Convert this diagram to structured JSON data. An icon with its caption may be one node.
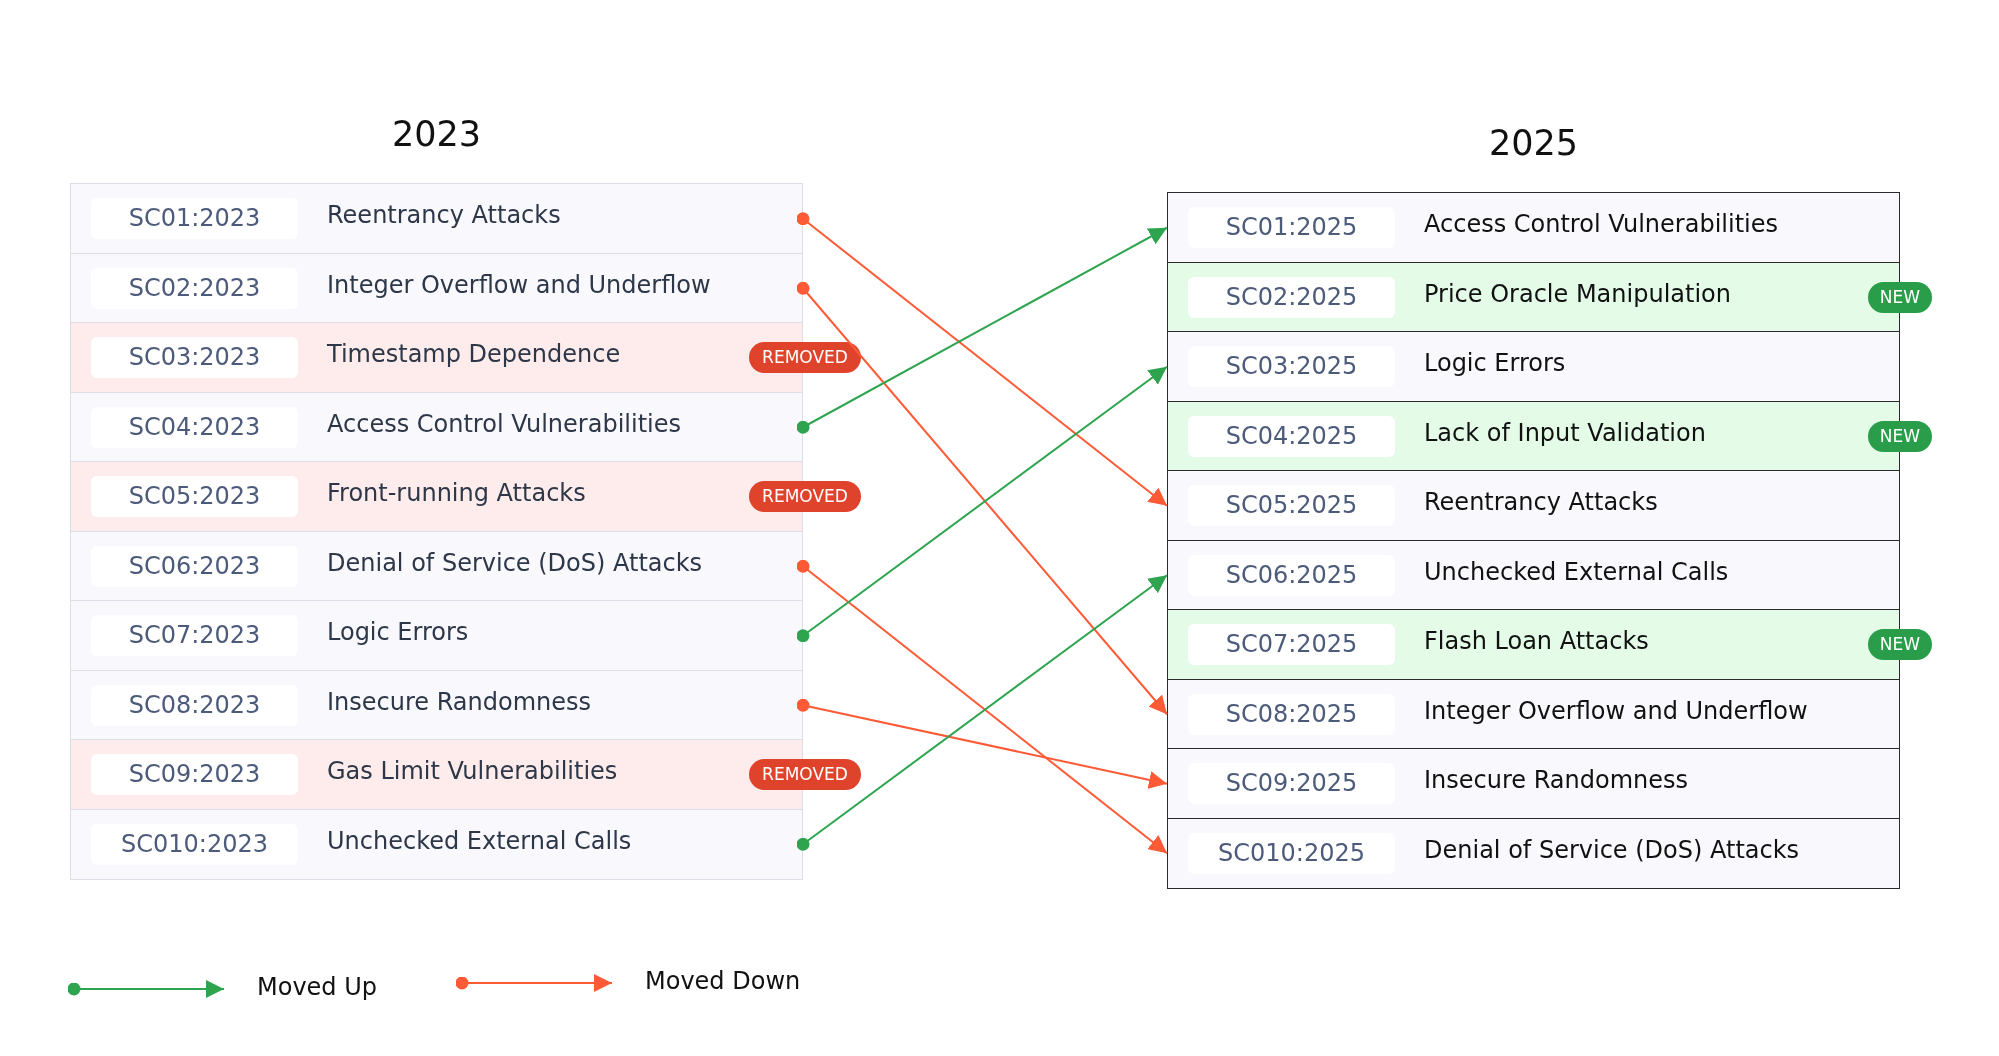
{
  "diagram": {
    "nodes": [
      {
        "text": [
          "2023"
        ]
      },
      {
        "text": [
          "SC01:2023",
          "Reentrancy Attacks"
        ],
        "in": 0
      },
      {
        "text": [
          "SC02:2023",
          "Integer Overflow and Underflow"
        ],
        "in": 0
      },
      {
        "text": [
          "SC03:2023",
          "Timestamp Dependence"
        ],
        "in": 0,
        "beside": [
          "REMOVED"
        ]
      },
      {
        "text": [
          "SC04:2023",
          "Access Control Vulnerabilities"
        ],
        "in": 0
      },
      {
        "text": [
          "SC05:2023",
          "Front-running Attacks"
        ],
        "in": 0,
        "beside": [
          "REMOVED"
        ]
      },
      {
        "text": [
          "SC06:2023",
          "Denial of Service (DoS) Attacks"
        ],
        "in": 0
      },
      {
        "text": [
          "SC07:2023",
          "Logic Errors"
        ],
        "in": 0
      },
      {
        "text": [
          "SC08:2023",
          "Insecure Randomness"
        ],
        "in": 0
      },
      {
        "text": [
          "SC09:2023",
          "Gas Limit Vulnerabilities"
        ],
        "in": 0,
        "beside": [
          "REMOVED"
        ]
      },
      {
        "text": [
          "SC010:2023",
          "Unchecked External Calls"
        ],
        "in": 0
      },
      {
        "text": [
          "2025"
        ]
      },
      {
        "text": [
          "SC01:2025",
          "Access Control Vulnerabilities"
        ],
        "in": 11
      },
      {
        "text": [
          "SC02:2025",
          "Price Oracle Manipulation"
        ],
        "in": 11,
        "beside": [
          "NEW"
        ]
      },
      {
        "text": [
          "SC03:2025",
          "Logic Errors"
        ],
        "in": 11
      },
      {
        "text": [
          "SC04:2025",
          "Lack of Input Validation"
        ],
        "in": 11,
        "beside": [
          "NEW"
        ]
      },
      {
        "text": [
          "SC05:2025",
          "Reentrancy Attacks"
        ],
        "in": 11
      },
      {
        "text": [
          "SC06:2025",
          "Unchecked External Calls"
        ],
        "in": 11
      },
      {
        "text": [
          "SC07:2025",
          "Flash Loan Attacks"
        ],
        "in": 11,
        "beside": [
          "NEW"
        ]
      },
      {
        "text": [
          "SC08:2025",
          "Integer Overflow and Underflow"
        ],
        "in": 11
      },
      {
        "text": [
          "SC09:2025",
          "Insecure Randomness"
        ],
        "in": 11
      },
      {
        "text": [
          "SC010:2025",
          "Denial of Service (DoS) Attacks"
        ],
        "in": 11
      }
    ],
    "edges": [
      {
        "from": 1,
        "to": 16,
        "arrow": "to"
      },
      {
        "from": 2,
        "to": 19,
        "arrow": "to"
      },
      {
        "from": 4,
        "to": 12,
        "arrow": "to",
        "color": "#2ea44f"
      },
      {
        "from": 6,
        "to": 21,
        "arrow": "to"
      },
      {
        "from": 7,
        "to": 14,
        "arrow": "to",
        "color": "#2ea44f"
      },
      {
        "from": 8,
        "to": 20,
        "arrow": "to"
      },
      {
        "from": 10,
        "to": 17,
        "arrow": "to",
        "color": "#2ea44f"
      }
    ],
    "legend": [
      {
        "text": "Moved Up"
      },
      {
        "text": "Moved Down"
      }
    ]
  }
}
